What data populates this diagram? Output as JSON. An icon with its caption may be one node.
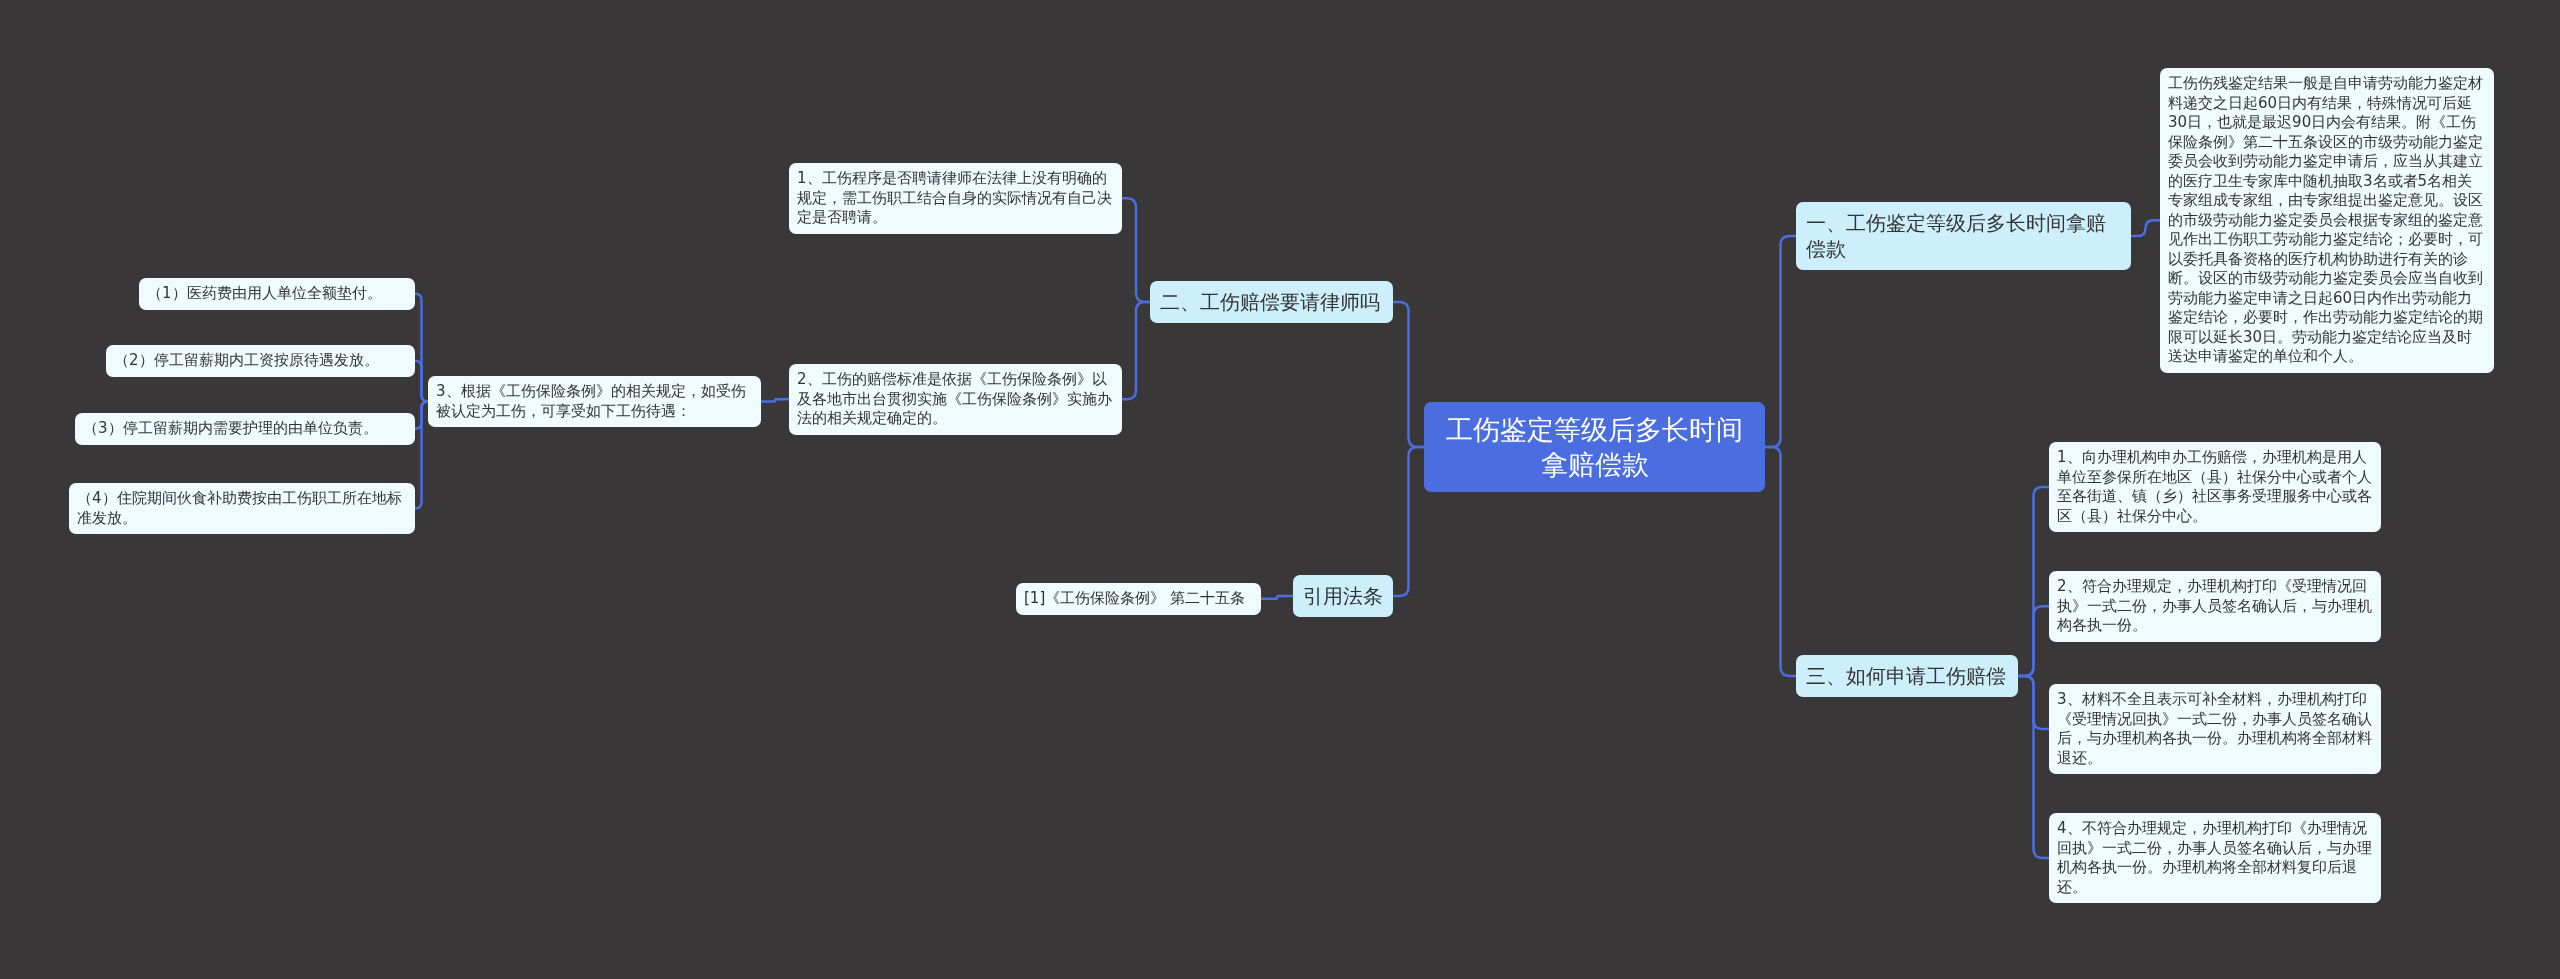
{
  "diagram": {
    "nodes": [
      {
        "text": [
          "工伤鉴定等级后多长时间拿赔偿款"
        ]
      },
      {
        "text": [
          "一、工伤鉴定等级后多长时间拿赔偿款"
        ]
      },
      {
        "text": [
          "工伤伤残鉴定结果一般是自申请劳动能力鉴定材料递交之日起60日内有结果，特殊情况可后延30日，也就是最迟90日内会有结果。附《工伤保险条例》第二十五条设区的市级劳动能力鉴定委员会收到劳动能力鉴定申请后，应当从其建立的医疗卫生专家库中随机抽取3名或者5名相关专家组成专家组，由专家组提出鉴定意见。设区的市级劳动能力鉴定委员会根据专家组的鉴定意见作出工伤职工劳动能力鉴定结论；必要时，可以委托具备资格的医疗机构协助进行有关的诊断。设区的市级劳动能力鉴定委员会应当自收到劳动能力鉴定申请之日起60日内作出劳动能力鉴定结论，必要时，作出劳动能力鉴定结论的期限可以延长30日。劳动能力鉴定结论应当及时送达申请鉴定的单位和个人。"
        ]
      },
      {
        "text": [
          "三、如何申请工伤赔偿"
        ]
      },
      {
        "text": [
          "1、向办理机构申办工伤赔偿，办理机构是用人单位至参保所在地区（县）社保分中心或者个人至各街道、镇（乡）社区事务受理服务中心或各区（县）社保分中心。"
        ]
      },
      {
        "text": [
          "2、符合办理规定，办理机构打印《受理情况回执》一式二份，办事人员签名确认后，与办理机构各执一份。"
        ]
      },
      {
        "text": [
          "3、材料不全且表示可补全材料，办理机构打印《受理情况回执》一式二份，办事人员签名确认后，与办理机构各执一份。办理机构将全部材料退还。"
        ]
      },
      {
        "text": [
          "4、不符合办理规定，办理机构打印《办理情况回执》一式二份，办事人员签名确认后，与办理机构各执一份。办理机构将全部材料复印后退还。"
        ]
      },
      {
        "text": [
          "二、工伤赔偿要请律师吗"
        ]
      },
      {
        "text": [
          "1、工伤程序是否聘请律师在法律上没有明确的规定，需工伤职工结合自身的实际情况有自己决定是否聘请。"
        ]
      },
      {
        "text": [
          "2、工伤的赔偿标准是依据《工伤保险条例》以及各地市出台贯彻实施《工伤保险条例》实施办法的相关规定确定的。"
        ]
      },
      {
        "text": [
          "3、根据《工伤保险条例》的相关规定，如受伤被认定为工伤，可享受如下工伤待遇："
        ]
      },
      {
        "text": [
          "（1）医药费由用人单位全额垫付。"
        ]
      },
      {
        "text": [
          "（2）停工留薪期内工资按原待遇发放。"
        ]
      },
      {
        "text": [
          "（3）停工留薪期内需要护理的由单位负责。"
        ]
      },
      {
        "text": [
          "（4）住院期间伙食补助费按由工伤职工所在地标准发放。"
        ]
      },
      {
        "text": [
          "引用法条"
        ]
      },
      {
        "text": [
          "[1]《工伤保险条例》 第二十五条"
        ]
      }
    ],
    "edges": [
      {
        "from": 0,
        "to": 1,
        "arrow": "none"
      },
      {
        "from": 1,
        "to": 2,
        "arrow": "none"
      },
      {
        "from": 0,
        "to": 3,
        "arrow": "none"
      },
      {
        "from": 3,
        "to": 4,
        "arrow": "none"
      },
      {
        "from": 3,
        "to": 5,
        "arrow": "none"
      },
      {
        "from": 3,
        "to": 6,
        "arrow": "none"
      },
      {
        "from": 3,
        "to": 7,
        "arrow": "none"
      },
      {
        "from": 0,
        "to": 8,
        "arrow": "none"
      },
      {
        "from": 8,
        "to": 9,
        "arrow": "none"
      },
      {
        "from": 8,
        "to": 10,
        "arrow": "none"
      },
      {
        "from": 10,
        "to": 11,
        "arrow": "none"
      },
      {
        "from": 11,
        "to": 12,
        "arrow": "none"
      },
      {
        "from": 11,
        "to": 13,
        "arrow": "none"
      },
      {
        "from": 11,
        "to": 14,
        "arrow": "none"
      },
      {
        "from": 11,
        "to": 15,
        "arrow": "none"
      },
      {
        "from": 0,
        "to": 16,
        "arrow": "none"
      },
      {
        "from": 16,
        "to": 17,
        "arrow": "none"
      }
    ]
  }
}
